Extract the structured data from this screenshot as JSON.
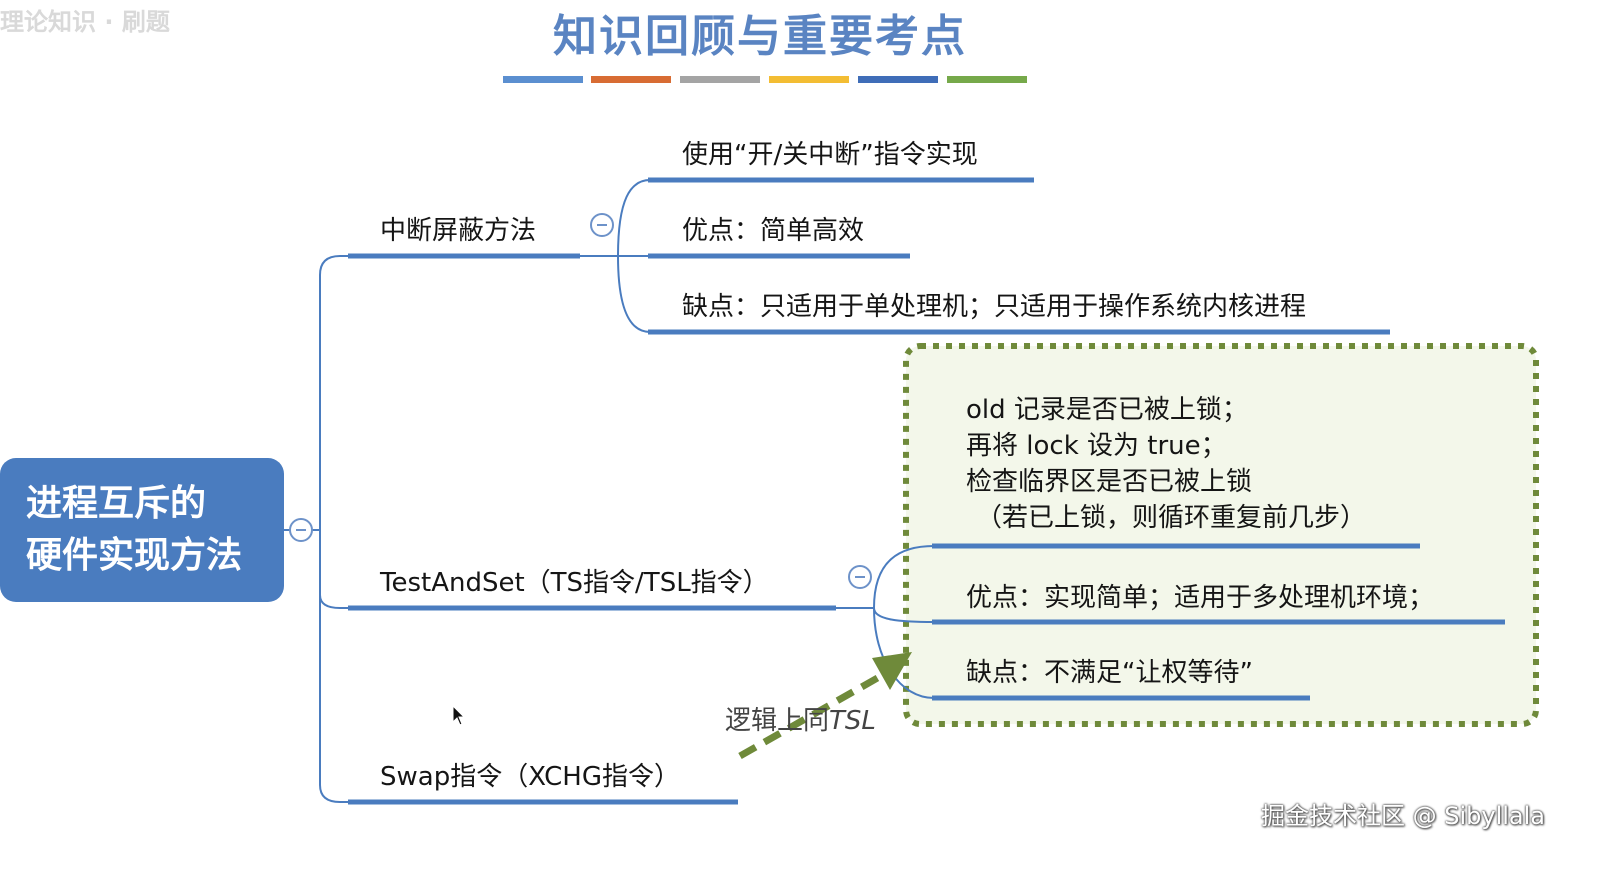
{
  "header": {
    "title": "知识回顾与重要考点",
    "corner_watermark": "理论知识 · 刷题",
    "stripe_colors": [
      "#5b8fd0",
      "#d86c33",
      "#a4a4a4",
      "#f3bd33",
      "#3f6db8",
      "#76a94a"
    ]
  },
  "root": {
    "line1": "进程互斥的",
    "line2": "硬件实现方法"
  },
  "branches": {
    "interrupt": {
      "label": "中断屏蔽方法",
      "leaves": [
        "使用“开/关中断”指令实现",
        "优点：简单高效",
        "缺点：只适用于单处理机；只适用于操作系统内核进程"
      ]
    },
    "tsl": {
      "label": "TestAndSet（TS指令/TSL指令）",
      "code_lines": [
        "old 记录是否已被上锁；",
        "再将 lock 设为 true；",
        "检查临界区是否已被上锁",
        "（若已上锁，则循环重复前几步）"
      ],
      "pro": "优点：实现简单；适用于多处理机环境；",
      "con": "缺点：不满足“让权等待”"
    },
    "swap": {
      "label": "Swap指令（XCHG指令）"
    }
  },
  "annotation": {
    "prefix": "逻辑上同",
    "tag": "TSL"
  },
  "watermark": "掘金技术社区 @ Sibyllala",
  "colors": {
    "branch_line": "#4a7cbf",
    "root_fill": "#4a7cbf",
    "title": "#5a84c2",
    "dotted_box_border": "#6f8a3a",
    "dotted_box_fill": "#f3f7ea",
    "arrow": "#6f8a3a"
  },
  "icons": [
    "collapse-icon",
    "mouse-cursor-icon",
    "dashed-arrow-icon"
  ]
}
